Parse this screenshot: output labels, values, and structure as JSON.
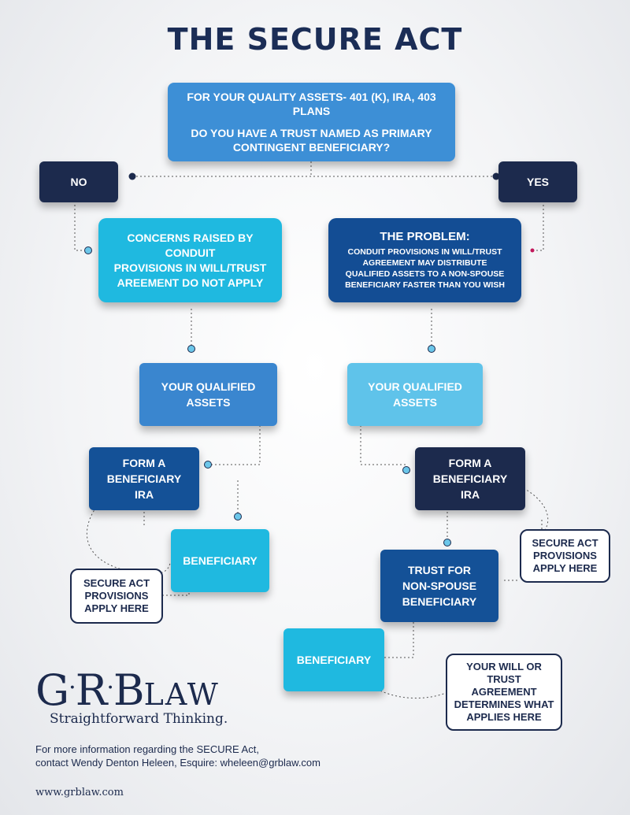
{
  "title": "THE SECURE ACT",
  "top_box": {
    "line1": "FOR YOUR QUALITY ASSETS- 401 (K), IRA, 403 PLANS",
    "line2": "DO YOU HAVE A TRUST NAMED AS PRIMARY",
    "line3": "CONTINGENT BENEFICIARY?"
  },
  "no_label": "NO",
  "yes_label": "YES",
  "concerns_box": {
    "line1": "CONCERNS RAISED BY CONDUIT",
    "line2": "PROVISIONS IN WILL/TRUST",
    "line3": "AREEMENT DO NOT APPLY"
  },
  "problem_box": {
    "heading": "THE PROBLEM:",
    "line1": "CONDUIT PROVISIONS IN WILL/TRUST",
    "line2": "AGREEMENT MAY DISTRIBUTE",
    "line3": "QUALIFIED ASSETS TO A NON-SPOUSE",
    "line4": "BENEFICIARY FASTER THAN YOU WISH"
  },
  "assets_left": {
    "line1": "YOUR QUALIFIED",
    "line2": "ASSETS"
  },
  "assets_right": {
    "line1": "YOUR QUALIFIED",
    "line2": "ASSETS"
  },
  "form_left": {
    "line1": "FORM A",
    "line2": "BENEFICIARY IRA"
  },
  "form_right": {
    "line1": "FORM A",
    "line2": "BENEFICIARY IRA"
  },
  "beneficiary_left": "BENEFICIARY",
  "trust_box": {
    "line1": "TRUST FOR",
    "line2": "NON-SPOUSE",
    "line3": "BENEFICIARY"
  },
  "beneficiary_right": "BENEFICIARY",
  "note_left": {
    "line1": "SECURE ACT",
    "line2": "PROVISIONS",
    "line3": "APPLY HERE"
  },
  "note_right": {
    "line1": "SECURE ACT",
    "line2": "PROVISIONS",
    "line3": "APPLY HERE"
  },
  "note_will": {
    "line1": "YOUR WILL OR TRUST",
    "line2": "AGREEMENT",
    "line3": "DETERMINES WHAT",
    "line4": "APPLIES HERE"
  },
  "logo": {
    "g": "G",
    "r": "R",
    "b": "B",
    "law": "LAW",
    "tagline": "Straightforward Thinking."
  },
  "footer": {
    "line1": "For more information regarding the SECURE Act,",
    "line2": "contact Wendy Denton Heleen, Esquire: wheleen@grblaw.com",
    "website": "www.grblaw.com"
  },
  "colors": {
    "navy": "#1c2a4d",
    "blue": "#3d8fd6",
    "teal": "#1fb9e0",
    "royal": "#145197",
    "light": "#5fc3ea"
  }
}
